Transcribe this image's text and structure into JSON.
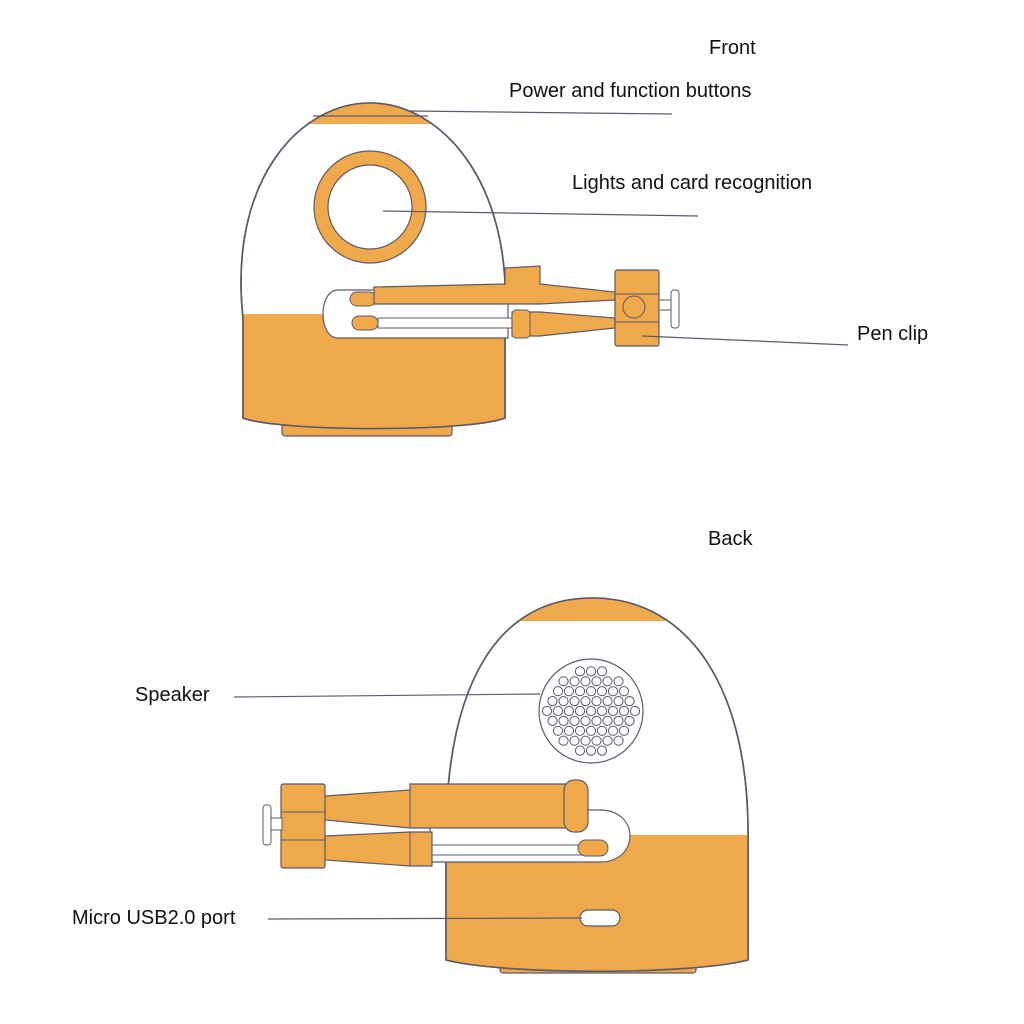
{
  "front": {
    "heading": "Front",
    "labels": {
      "power": "Power and function buttons",
      "lights": "Lights and card recognition",
      "pen_clip": "Pen clip"
    }
  },
  "back": {
    "heading": "Back",
    "labels": {
      "speaker": "Speaker",
      "usb": "Micro USB2.0 port"
    }
  },
  "colors": {
    "accent": "#f0a94a",
    "outline": "#5a5a6e",
    "background": "#ffffff"
  }
}
